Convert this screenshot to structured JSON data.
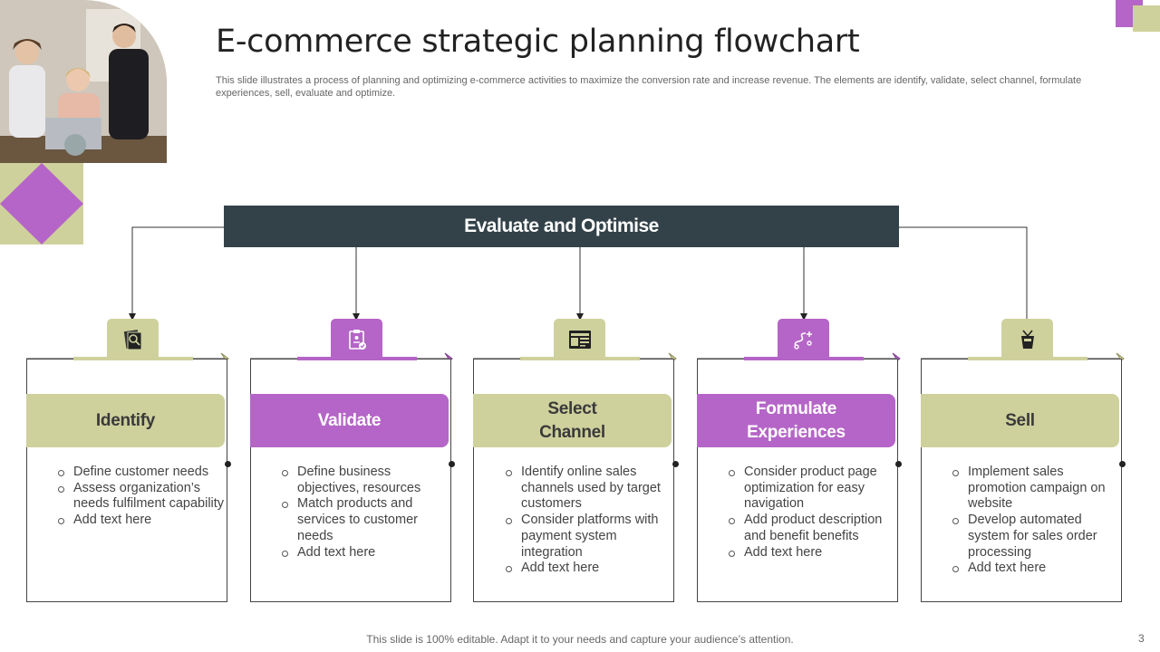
{
  "title": "E-commerce strategic planning flowchart",
  "subtitle": "This slide illustrates a process of planning and optimizing e-commerce activities to maximize the conversion rate and increase revenue. The elements are identify, validate, select channel, formulate experiences, sell, evaluate and optimize.",
  "top_bar": "Evaluate and Optimise",
  "colors": {
    "green": "#cfd19d",
    "purple": "#b565c7",
    "dark": "#334249"
  },
  "steps": [
    {
      "label_lines": [
        "Identify"
      ],
      "icon": "document-search-icon",
      "color": "green",
      "bullets": [
        "Define customer needs",
        "Assess organization’s needs fulfilment capability",
        "Add text here"
      ]
    },
    {
      "label_lines": [
        "Validate"
      ],
      "icon": "clipboard-check-icon",
      "color": "purple",
      "bullets": [
        "Define business objectives, resources",
        "Match products and services to customer needs",
        "Add text here"
      ]
    },
    {
      "label_lines": [
        "Select",
        "Channel"
      ],
      "icon": "storefront-icon",
      "color": "green",
      "bullets": [
        "Identify online sales channels used by target customers",
        "Consider platforms with payment system integration",
        "Add text here"
      ]
    },
    {
      "label_lines": [
        "Formulate",
        "Experiences"
      ],
      "icon": "journey-path-icon",
      "color": "purple",
      "bullets": [
        "Consider product page optimization for easy navigation",
        "Add product description and benefit benefits",
        "Add text here"
      ]
    },
    {
      "label_lines": [
        "Sell"
      ],
      "icon": "shopping-bag-icon",
      "color": "green",
      "bullets": [
        "Implement sales promotion campaign on website",
        "Develop automated system for sales order processing",
        "Add text here"
      ]
    }
  ],
  "footer": "This slide is 100% editable. Adapt it to your needs and capture your audience’s attention.",
  "page_number": "3"
}
